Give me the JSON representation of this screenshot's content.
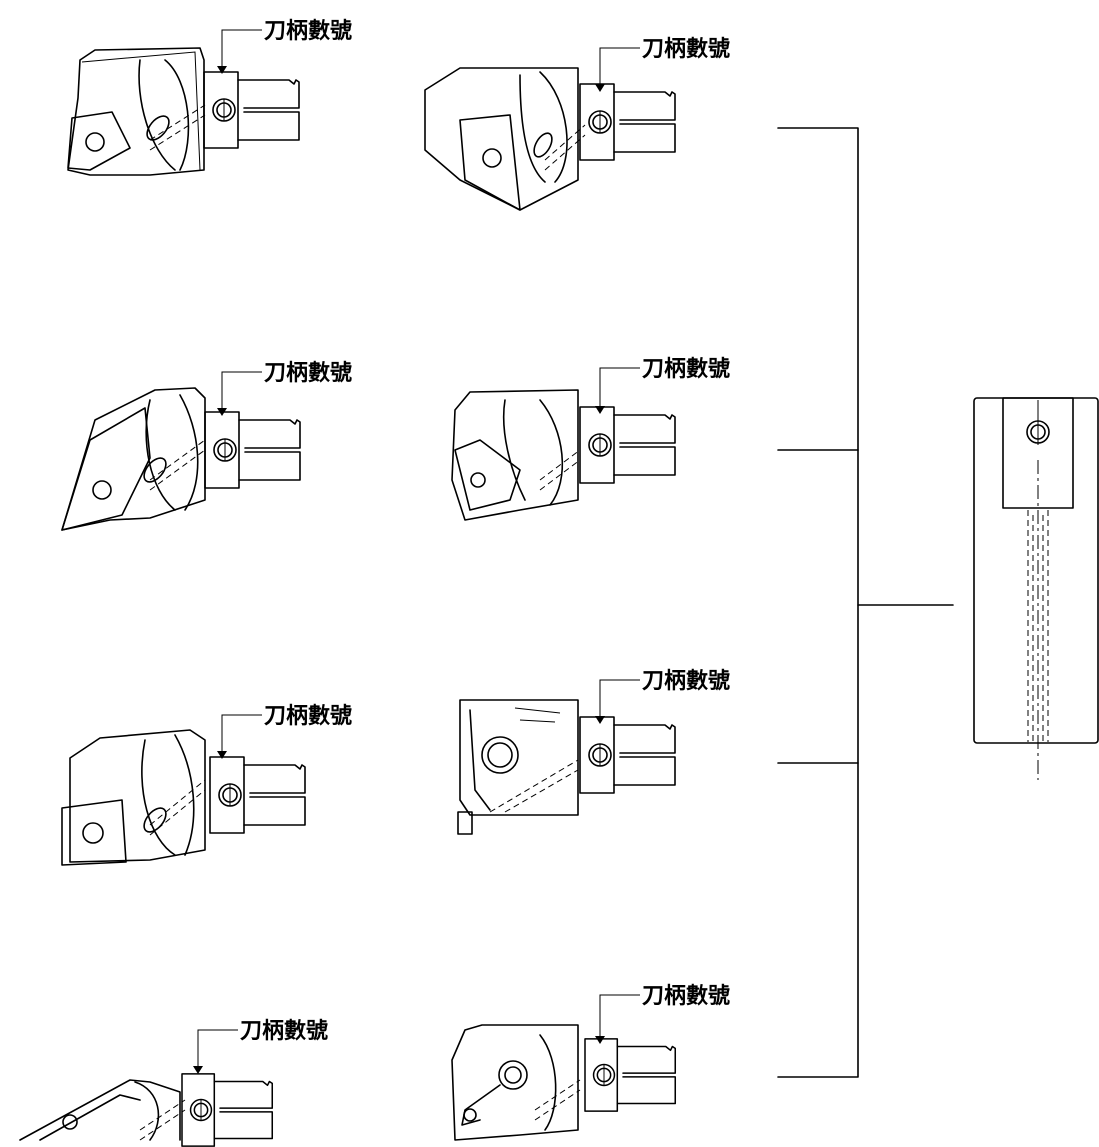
{
  "label_text": "刀柄數號",
  "heads": [
    {
      "id": "head-1",
      "style": "rhombic-insert-dark"
    },
    {
      "id": "head-2",
      "style": "triangle-insert-light"
    },
    {
      "id": "head-3",
      "style": "rhombic-insert-dark"
    },
    {
      "id": "head-4",
      "style": "threading-light"
    },
    {
      "id": "head-5",
      "style": "square-insert-dark"
    },
    {
      "id": "head-6",
      "style": "grooving-light"
    },
    {
      "id": "head-7",
      "style": "diamond-insert-light"
    },
    {
      "id": "head-8",
      "style": "round-insert-light"
    }
  ]
}
